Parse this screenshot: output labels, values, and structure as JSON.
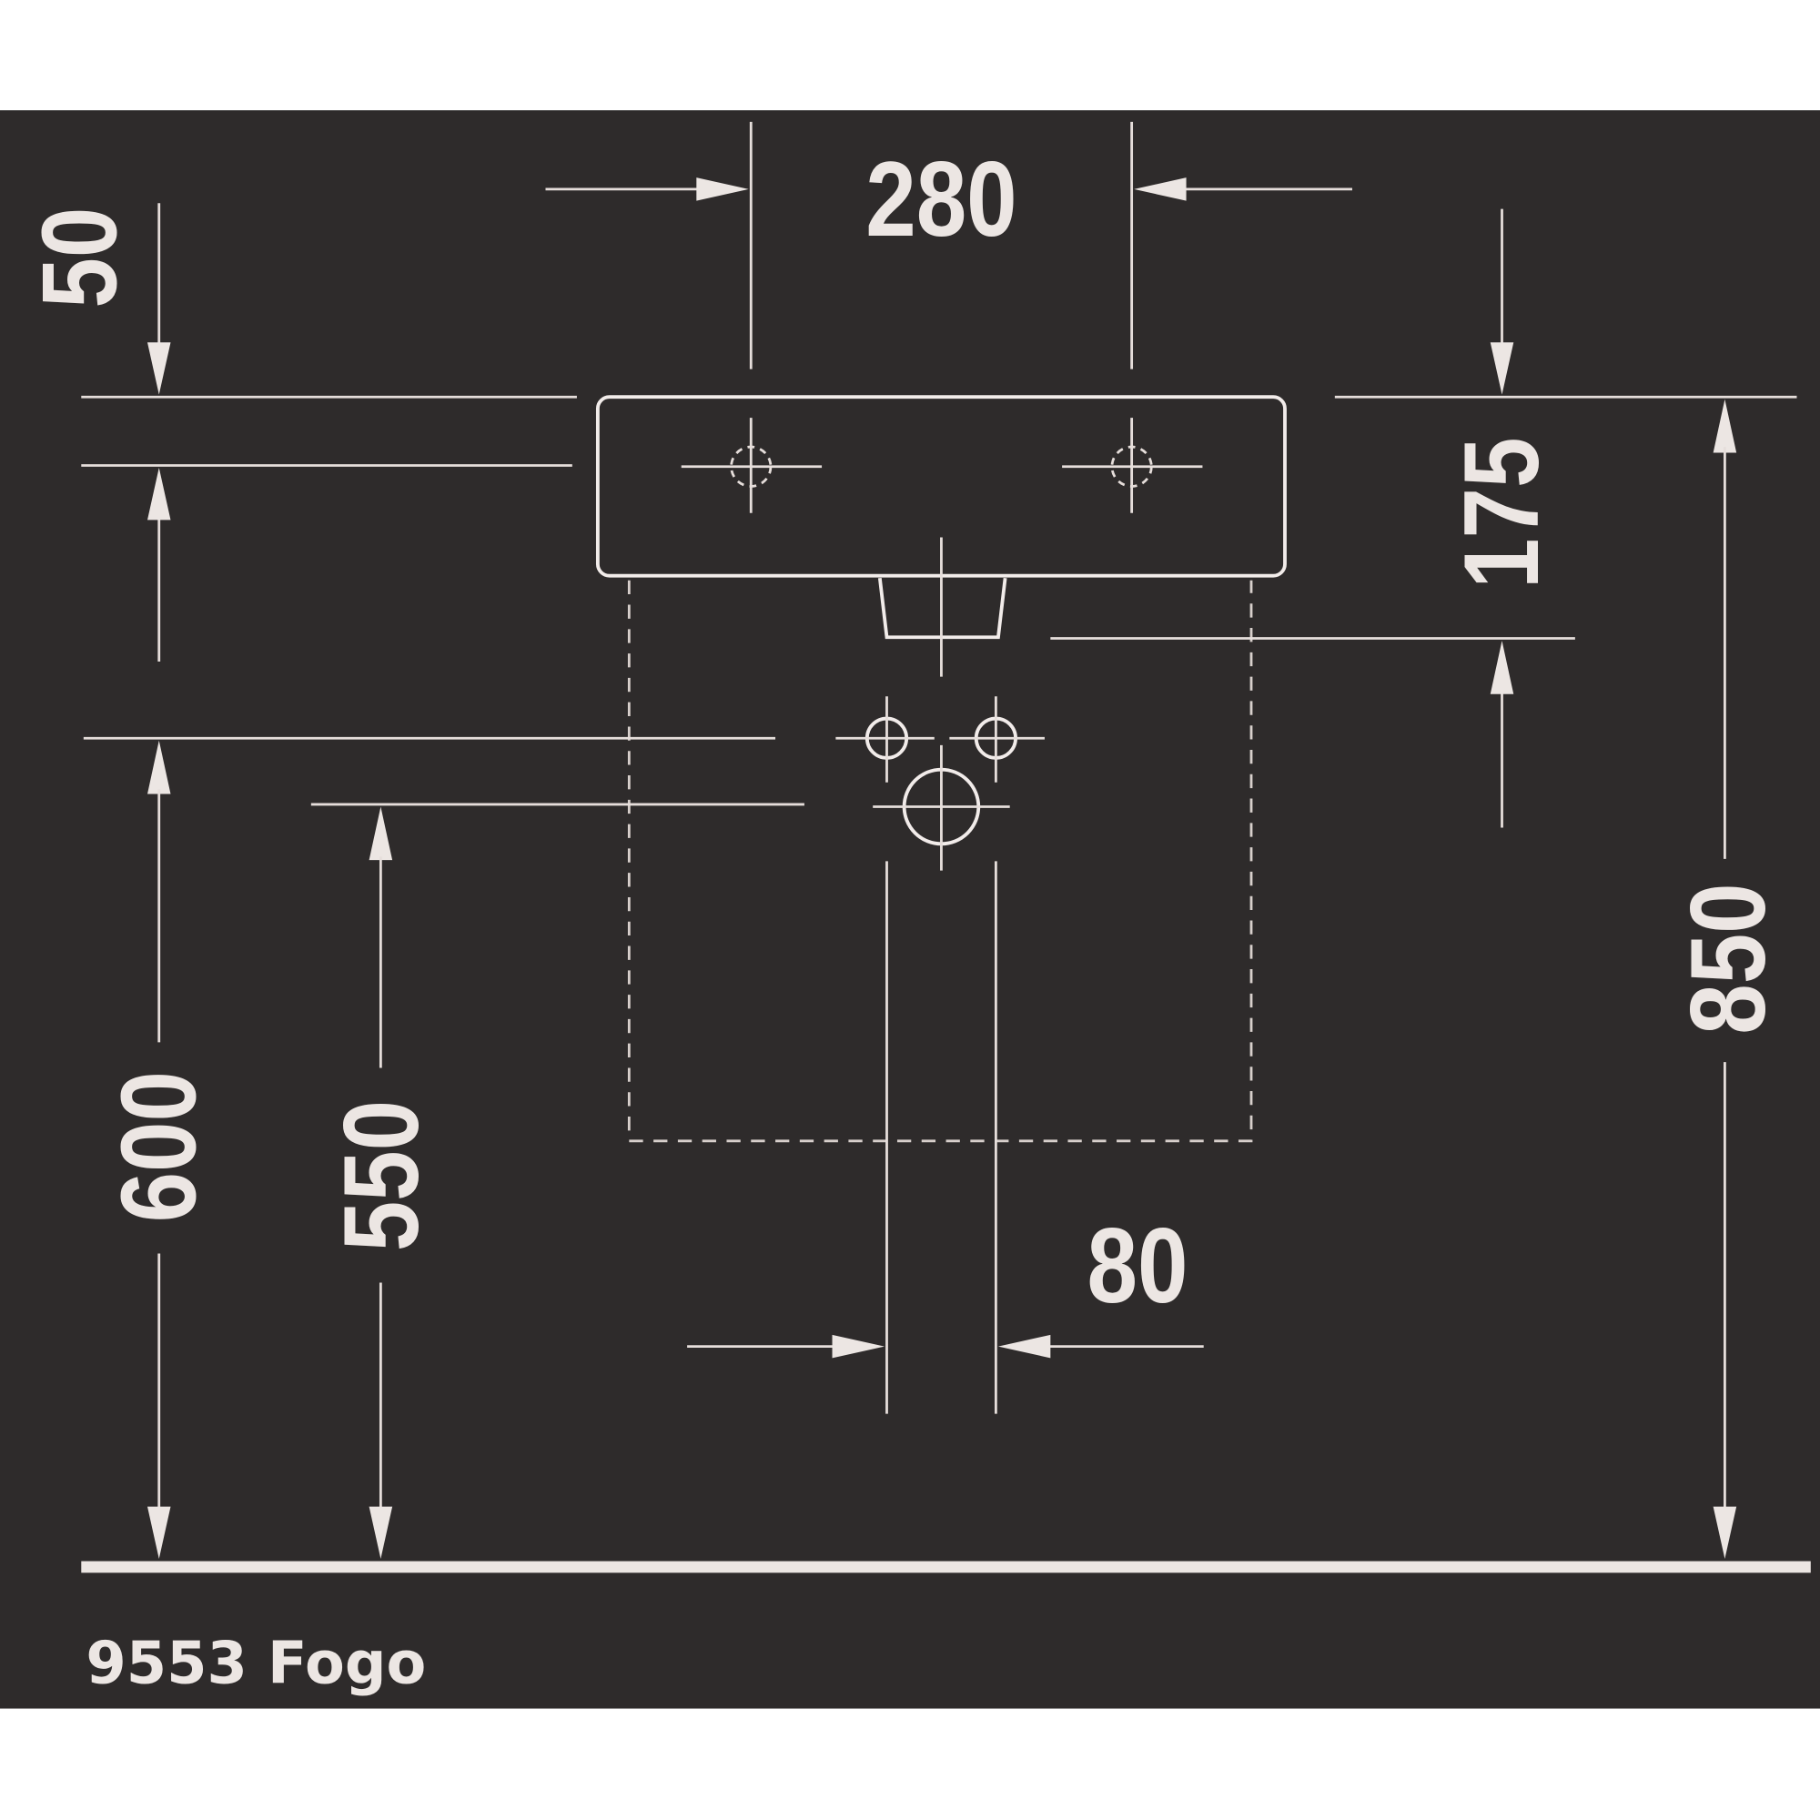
{
  "drawing": {
    "title": "9553 Fogo",
    "dimensions": {
      "tap_spacing": "280",
      "rim_offset": "50",
      "basin_depth": "175",
      "supply_height": "600",
      "waste_height": "550",
      "rim_height": "850",
      "waste_spacing": "80"
    },
    "colors": {
      "background": "#2e2b2b",
      "line": "#e6dedb",
      "page": "#ffffff"
    }
  }
}
